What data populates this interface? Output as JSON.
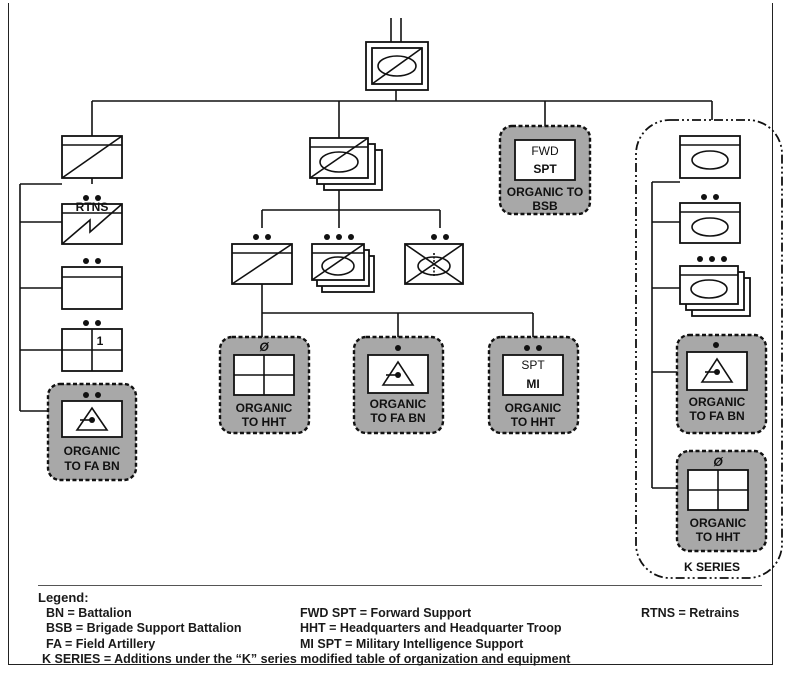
{
  "units": {
    "fwd_spt_line1": "FWD",
    "fwd_spt_line2": "SPT",
    "fwd_spt_caption1": "ORGANIC TO",
    "fwd_spt_caption2": "BSB",
    "rtns_label": "RTNS",
    "troop_number": "1",
    "org_fa_line1": "ORGANIC",
    "org_fa_line2": "TO FA BN",
    "org_hht_line1": "ORGANIC",
    "org_hht_line2": "TO  HHT",
    "mid_fa_line1": "ORGANIC",
    "mid_fa_line2": "TO  FA BN",
    "mi_spt_line1": "SPT",
    "mi_spt_line2": "MI",
    "mi_caption1": "ORGANIC",
    "mi_caption2": "TO HHT",
    "right_fa_line1": "ORGANIC",
    "right_fa_line2": "TO  FA BN",
    "right_hht_line1": "ORGANIC",
    "right_hht_line2": "TO  HHT",
    "k_series_label": "K SERIES",
    "hht_symbol": "Ø"
  },
  "legend": {
    "title": "Legend:",
    "bn": "BN = Battalion",
    "bsb": "BSB = Brigade Support Battalion",
    "fa": "FA = Field Artillery",
    "fwd_spt": "FWD SPT = Forward Support",
    "hht": "HHT = Headquarters and Headquarter Troop",
    "mi_spt": "MI SPT = Military Intelligence Support",
    "rtns": "RTNS = Retrains",
    "k_series": "K SERIES = Additions under the “K” series modified table of organization and equipment"
  }
}
